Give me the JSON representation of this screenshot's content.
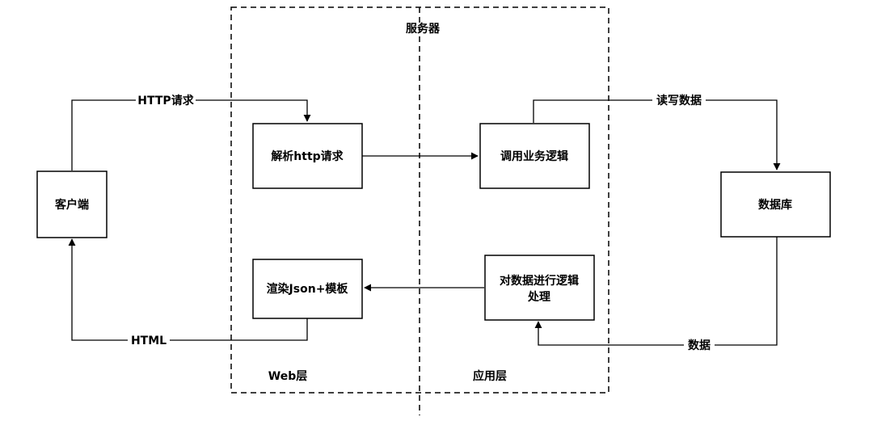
{
  "container": {
    "title": "服务器",
    "web_layer": "Web层",
    "app_layer": "应用层"
  },
  "nodes": {
    "client": "客户端",
    "parse": "解析http请求",
    "render": "渲染Json+模板",
    "business": "调用业务逻辑",
    "process_line1": "对数据进行逻辑",
    "process_line2": "处理",
    "database": "数据库"
  },
  "edges": {
    "client_to_parse": "HTTP请求",
    "render_to_client": "HTML",
    "business_to_db": "读写数据",
    "db_to_process": "数据"
  },
  "colors": {
    "stroke": "#000000",
    "fill": "#ffffff"
  }
}
